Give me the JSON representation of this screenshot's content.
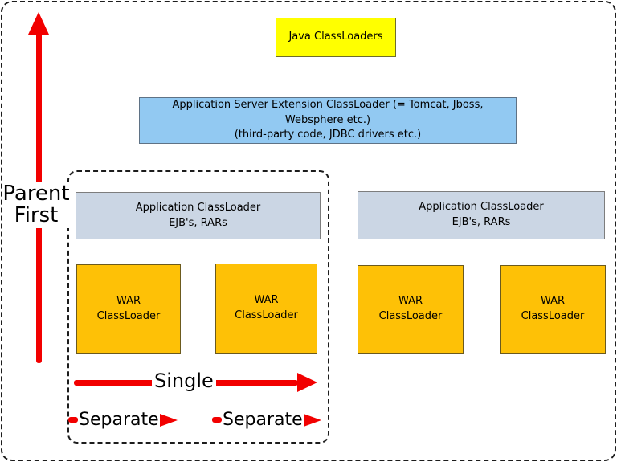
{
  "diagram": {
    "nodes": {
      "java": {
        "label": "Java ClassLoaders",
        "fill": "#FFFF00"
      },
      "app_server_ext": {
        "label": "Application Server Extension ClassLoader (= Tomcat, Jboss,\nWebsphere etc.)\n(third-party code, JDBC drivers etc.)",
        "fill": "#92C9F2"
      },
      "app_classloader": {
        "label": "Application ClassLoader\nEJB's, RARs",
        "fill": "#CBD6E4"
      },
      "war_classloader": {
        "label": "WAR\nClassLoader",
        "fill": "#FEC106",
        "count": 4
      }
    },
    "annotations": {
      "parent_first": "Parent\nFirst",
      "single": "Single",
      "separate": "Separate"
    },
    "colors": {
      "node_yellow": "#FFFF00",
      "node_blue": "#92C9F2",
      "node_gray_blue": "#CBD6E4",
      "node_orange": "#FEC106",
      "arrow_red": "#F20000",
      "dashed_border": "#1C1C1C",
      "background": "#FFFFFF"
    }
  }
}
